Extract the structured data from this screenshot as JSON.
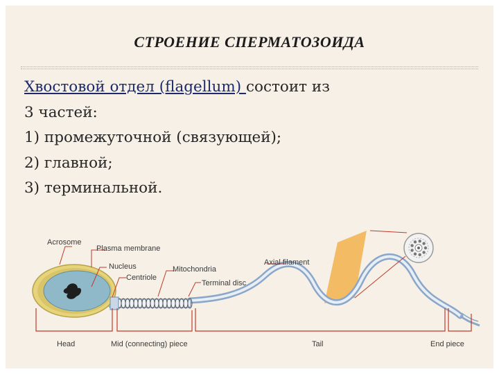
{
  "slide": {
    "title": "СТРОЕНИЕ СПЕРМАТОЗОИДА",
    "body": {
      "term": "Хвостовой отдел (flagellum) ",
      "term_rest": "состоит из",
      "line2": "3 частей:",
      "items": [
        "1) промежуточной (связующей);",
        "2) главной;",
        "3) терминальной."
      ]
    }
  },
  "diagram": {
    "labels": {
      "acrosome": "Acrosome",
      "plasma_membrane": "Plasma membrane",
      "nucleus": "Nucleus",
      "centriole": "Centriole",
      "mitochondria": "Mitochondria",
      "terminal_disc": "Terminal disc",
      "axial_filament": "Axial filament"
    },
    "regions": {
      "head": "Head",
      "mid": "Mid (connecting) piece",
      "tail": "Tail",
      "end": "End piece"
    },
    "colors": {
      "callout": "#c0392b",
      "nucleus": "#8fb8c8",
      "membrane": "#e0c468",
      "tail": "#8aa6c8",
      "section_plane": "#f2b24c"
    }
  }
}
